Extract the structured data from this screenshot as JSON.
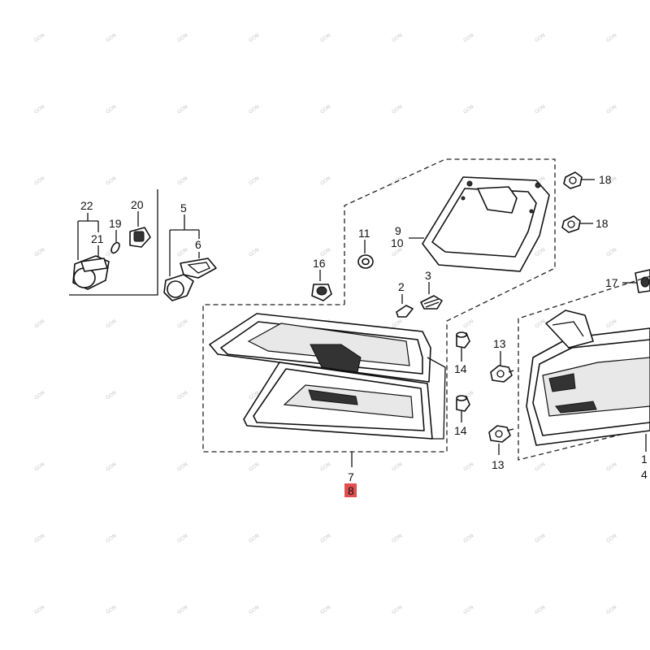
{
  "watermark_text": "GON",
  "callouts": {
    "c1": "1",
    "c2": "2",
    "c3": "3",
    "c4": "4",
    "c5": "5",
    "c6": "6",
    "c7": "7",
    "c8": "8",
    "c9": "9",
    "c10": "10",
    "c11": "11",
    "c13": "13",
    "c14": "14",
    "c16": "16",
    "c17": "17",
    "c18": "18",
    "c19": "19",
    "c20": "20",
    "c21": "21",
    "c22": "22"
  },
  "highlight_color": "#e05050",
  "highlighted_part": "8"
}
